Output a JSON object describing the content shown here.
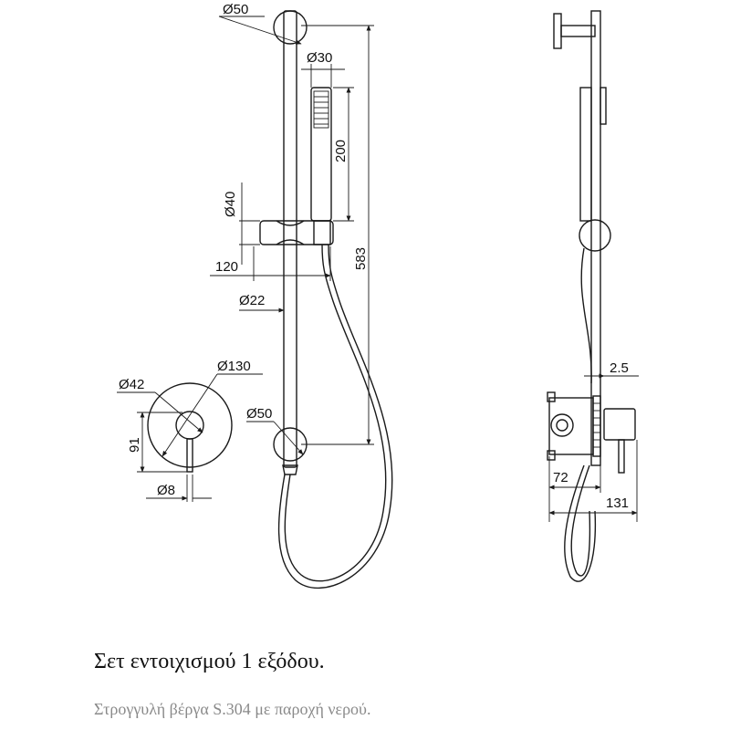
{
  "dimensions": {
    "d50_top": "Ø50",
    "d30": "Ø30",
    "h200": "200",
    "d40": "Ø40",
    "h583": "583",
    "w120": "120",
    "d22": "Ø22",
    "d130": "Ø130",
    "d42": "Ø42",
    "d50_bottom": "Ø50",
    "h91": "91",
    "d8": "Ø8",
    "t2_5": "2.5",
    "w72": "72",
    "w131": "131"
  },
  "caption": {
    "title": "Σετ εντοιχισμού 1 εξόδου.",
    "subtitle": "Στρογγυλή βέργα S.304 με παροχή νερού."
  }
}
